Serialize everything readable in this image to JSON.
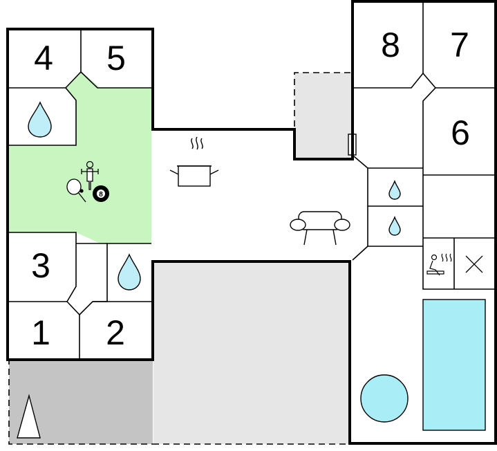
{
  "floorplan": {
    "rooms": [
      {
        "id": "room-1",
        "label": "1"
      },
      {
        "id": "room-2",
        "label": "2"
      },
      {
        "id": "room-3",
        "label": "3"
      },
      {
        "id": "room-4",
        "label": "4"
      },
      {
        "id": "room-5",
        "label": "5"
      },
      {
        "id": "room-6",
        "label": "6"
      },
      {
        "id": "room-7",
        "label": "7"
      },
      {
        "id": "room-8",
        "label": "8"
      }
    ],
    "colors": {
      "wall": "#000000",
      "games_room": "#c8f5c0",
      "water": "#bfeef8",
      "pool": "#a9eef7",
      "terrace": "#e6e6e6",
      "parking": "#c4c4c4"
    },
    "icons": [
      "water-drop-icon",
      "table-football-icon",
      "table-tennis-icon",
      "billiard-ball-icon",
      "cooking-pot-icon",
      "sofa-icon",
      "sauna-icon",
      "cross-icon",
      "pool",
      "whirlpool",
      "north-arrow-icon"
    ],
    "billiard_ball_number": "8"
  }
}
